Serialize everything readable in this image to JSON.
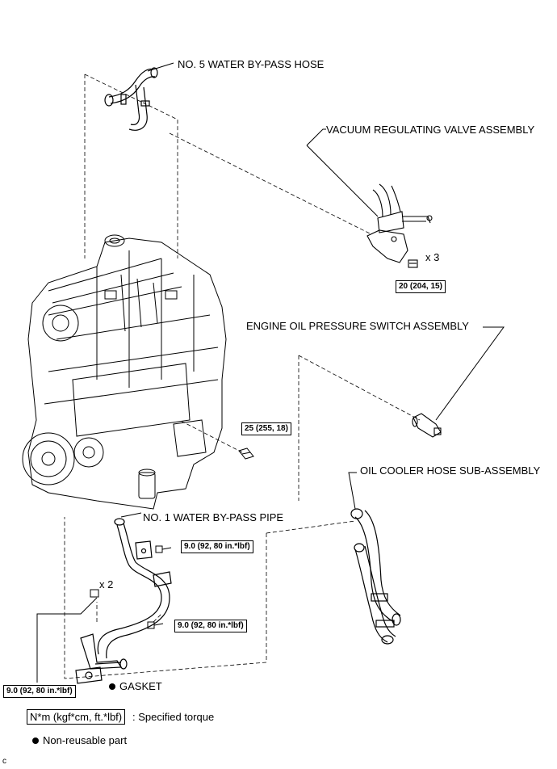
{
  "labels": {
    "water_bypass_hose": "NO. 5 WATER BY-PASS HOSE",
    "vacuum_valve": "VACUUM REGULATING VALVE ASSEMBLY",
    "oil_pressure_switch": "ENGINE OIL PRESSURE SWITCH ASSEMBLY",
    "oil_cooler_hose": "OIL COOLER HOSE SUB-ASSEMBLY",
    "water_bypass_pipe": "NO. 1 WATER BY-PASS PIPE",
    "gasket": "GASKET"
  },
  "quantities": {
    "valve_bolts": "x 3",
    "pipe_nuts": "x 2"
  },
  "torques": {
    "valve_bolt": "20 (204, 15)",
    "oil_switch": "25 (255, 18)",
    "pipe_bolt_upper": "9.0 (92, 80 in.*lbf)",
    "pipe_bolt_lower": "9.0 (92, 80 in.*lbf)",
    "pipe_nut": "9.0 (92, 80 in.*lbf)"
  },
  "legend": {
    "torque_unit": "N*m (kgf*cm, ft.*lbf)",
    "torque_desc": ": Specified torque",
    "non_reusable": "Non-reusable part"
  },
  "corner_mark": "C"
}
